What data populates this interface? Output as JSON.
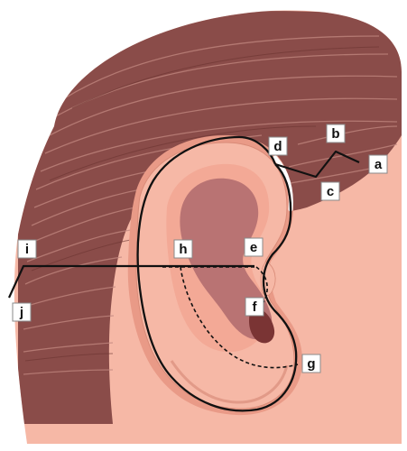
{
  "labels": {
    "a": "a",
    "b": "b",
    "c": "c",
    "d": "d",
    "e": "e",
    "f": "f",
    "g": "g",
    "h": "h",
    "i": "i",
    "j": "j"
  },
  "colors": {
    "skin": "#f6b8a6",
    "skin_dark": "#e99a87",
    "hair": "#8a4c49",
    "hair_light": "#b77d76",
    "concha": "#b97373",
    "canal": "#7a3434",
    "line": "#111111"
  }
}
